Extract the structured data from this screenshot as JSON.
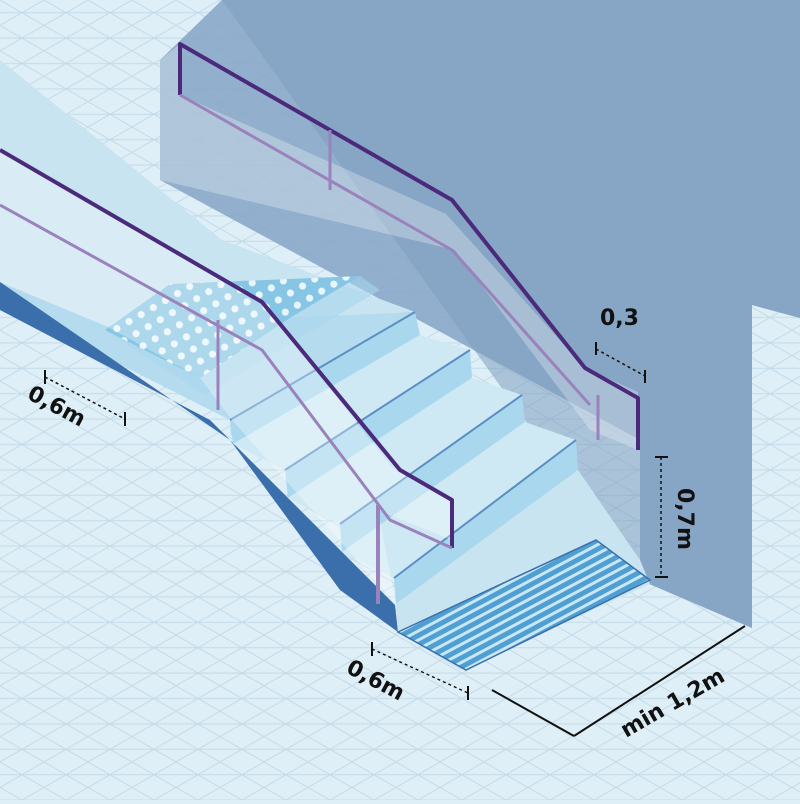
{
  "colors": {
    "background": "#dfeff7",
    "grid": "#c4dbe8",
    "wall": "#7e9fc0",
    "step_top": "#cfe9f4",
    "step_riser": "#a9d8ee",
    "step_shadow": "#3b6fab",
    "handrail": "#4b2a7b",
    "handrail_light": "#8a6aaf",
    "tactile": "#7fc3e4",
    "dimension": "#111111"
  },
  "icons": {
    "tactile_warning": "dots-pattern",
    "tactile_guide": "stripes-pattern"
  },
  "dimensions": {
    "handrail_extension": "0,3",
    "handrail_height": "0,7m",
    "top_landing_depth": "0,6m",
    "bottom_tactile_depth": "0,6m",
    "landing_width": "min 1,2m"
  }
}
